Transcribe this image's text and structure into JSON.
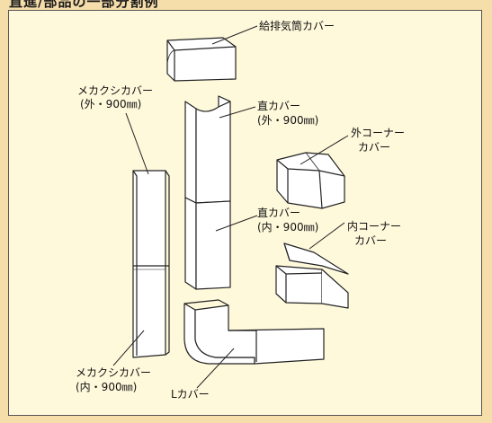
{
  "header": {
    "title": "直進/部品の一部分割例"
  },
  "labels": {
    "exhaust_cover": "給排気筒カバー",
    "mekakushi_outer": "メカクシカバー",
    "mekakushi_outer_sub": "(外・900㎜)",
    "straight_outer": "直カバー",
    "straight_outer_sub": "(外・900㎜)",
    "outer_corner": "外コーナー",
    "outer_corner_sub": "カバー",
    "straight_inner": "直カバー",
    "straight_inner_sub": "(内・900㎜)",
    "inner_corner": "内コーナー",
    "inner_corner_sub": "カバー",
    "mekakushi_inner": "メカクシカバー",
    "mekakushi_inner_sub": "(内・900㎜)",
    "l_cover": "Lカバー"
  },
  "colors": {
    "background": "#f6deaa",
    "frame_fill": "#fff9dc",
    "part_fill": "#ffffff",
    "stroke": "#222222"
  }
}
